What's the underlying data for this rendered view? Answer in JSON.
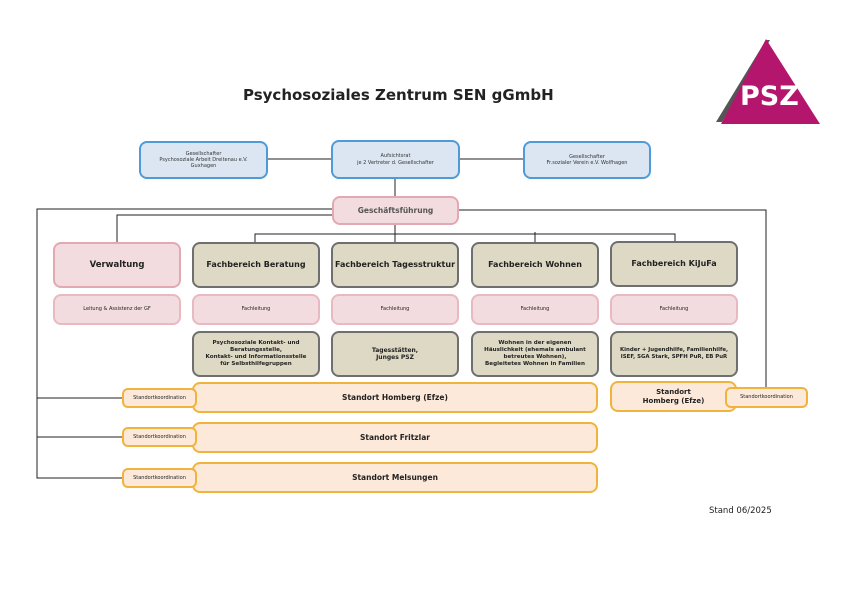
{
  "title": "Psychosoziales Zentrum SEN gGmbH",
  "logo": {
    "text": "PSZ",
    "color": "#b5166d",
    "shadow_color": "#555555"
  },
  "top_row": {
    "left": {
      "lines": [
        "Gesellschafter",
        "Psychosoziale Arbeit Dreitenau e.V.",
        "Guxhagen"
      ]
    },
    "center": {
      "lines": [
        "Aufsichtsrat",
        "je 2 Vertreter d. Gesellschafter"
      ]
    },
    "right": {
      "lines": [
        "Gesellschafter",
        "Fr.sozialer Verein e.V. Wolfhagen"
      ]
    }
  },
  "management": "Geschäftsführung",
  "departments": [
    {
      "name": "Verwaltung",
      "lead": "Leitung & Assistenz der GF",
      "services": null
    },
    {
      "name": "Fachbereich Beratung",
      "lead": "Fachleitung",
      "services": [
        "Psychosoziale Kontakt- und",
        "Beratungsstelle,",
        "Kontakt- und Informationsstelle",
        "für Selbsthilfegruppen"
      ]
    },
    {
      "name": "Fachbereich Tagesstruktur",
      "lead": "Fachleitung",
      "services": [
        "Tagesstätten,",
        "Junges PSZ"
      ]
    },
    {
      "name": "Fachbereich Wohnen",
      "lead": "Fachleitung",
      "services": [
        "Wohnen in der eigenen",
        "Häuslichkeit (ehemals ambulant",
        "betreutes Wohnen),",
        "Begleitetes Wohnen in Familien"
      ]
    },
    {
      "name": "Fachbereich KiJuFa",
      "lead": "Fachleitung",
      "services": [
        "Kinder + Jugendhilfe, Familienhilfe,",
        "ISEF, SGA Stark, SPFH PuR, EB PuR"
      ]
    }
  ],
  "locations": [
    {
      "name": "Standort Homberg (Efze)",
      "coordination": "Standortkoordination"
    },
    {
      "name": "Standort Fritzlar",
      "coordination": "Standortkoordination"
    },
    {
      "name": "Standort Melsungen",
      "coordination": "Standortkoordination"
    }
  ],
  "kijufa_location": {
    "lines": [
      "Standort",
      "Homberg (Efze)"
    ],
    "coordination": "Standortkoordination"
  },
  "footer": "Stand 06/2025",
  "colors": {
    "blue_fill": "#dce6f2",
    "blue_border": "#4f9bd8",
    "pink_fill": "#f2dcdf",
    "tan_fill": "#ddd9c4",
    "orange_fill": "#fde9d9",
    "orange_border": "#f0b43c"
  }
}
